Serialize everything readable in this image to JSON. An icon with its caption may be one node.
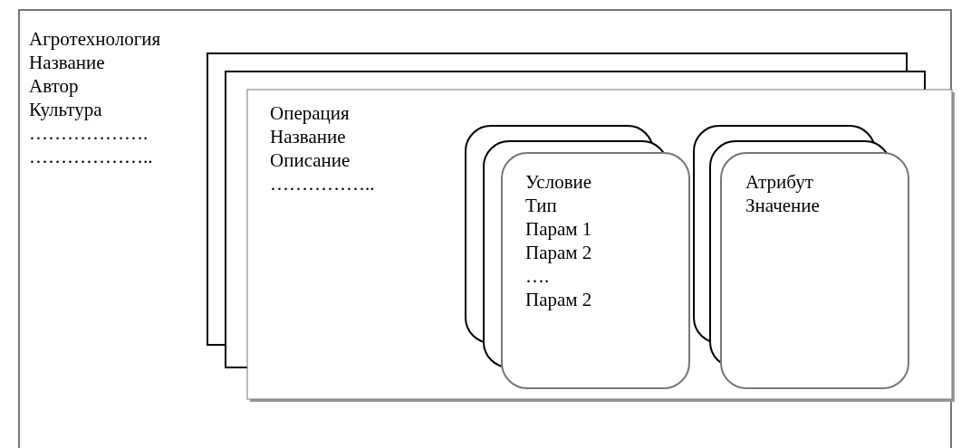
{
  "diagram": {
    "nodes": [
      {
        "text": [
          "Агротехнология",
          "Название",
          "Автор",
          "Культура",
          "……………….",
          "……………….."
        ]
      },
      {
        "text": [
          "Операция",
          "Название",
          "Описание",
          "…………….."
        ],
        "in": 0
      },
      {
        "text": [
          "Условие",
          "Тип",
          "Парам 1",
          "Парам 2",
          "….",
          "Парам 2"
        ],
        "in": 1
      },
      {
        "text": [
          "Атрибут",
          "Значение"
        ],
        "in": 1
      }
    ]
  }
}
